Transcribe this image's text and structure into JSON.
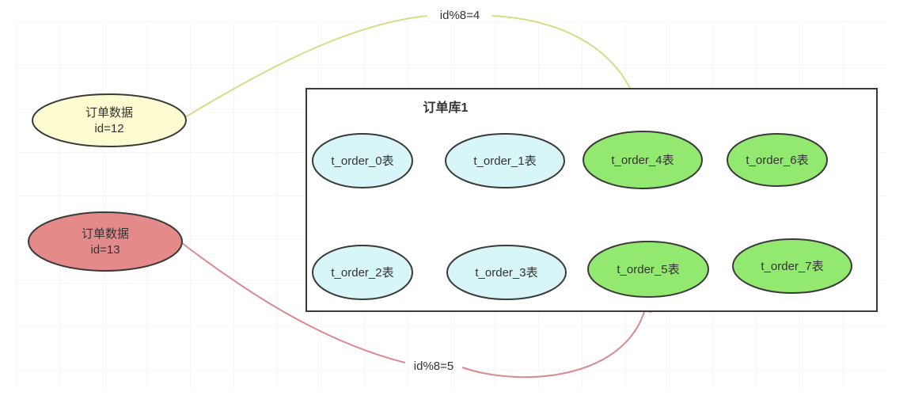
{
  "colors": {
    "yellow_fill": "#fdfcd0",
    "red_fill": "#e58a8a",
    "cyan_fill": "#d8f6f8",
    "green_fill": "#93e870",
    "yellow_edge": "#d8dc88",
    "red_edge": "#d98a8e",
    "stroke": "#3a3a3a"
  },
  "sources": [
    {
      "line1": "订单数据",
      "line2": "id=12"
    },
    {
      "line1": "订单数据",
      "line2": "id=13"
    }
  ],
  "database": {
    "title": "订单库1",
    "tables": [
      "t_order_0表",
      "t_order_1表",
      "t_order_4表",
      "t_order_6表",
      "t_order_2表",
      "t_order_3表",
      "t_order_5表",
      "t_order_7表"
    ]
  },
  "edges": [
    {
      "label": "id%8=4"
    },
    {
      "label": "id%8=5"
    }
  ]
}
